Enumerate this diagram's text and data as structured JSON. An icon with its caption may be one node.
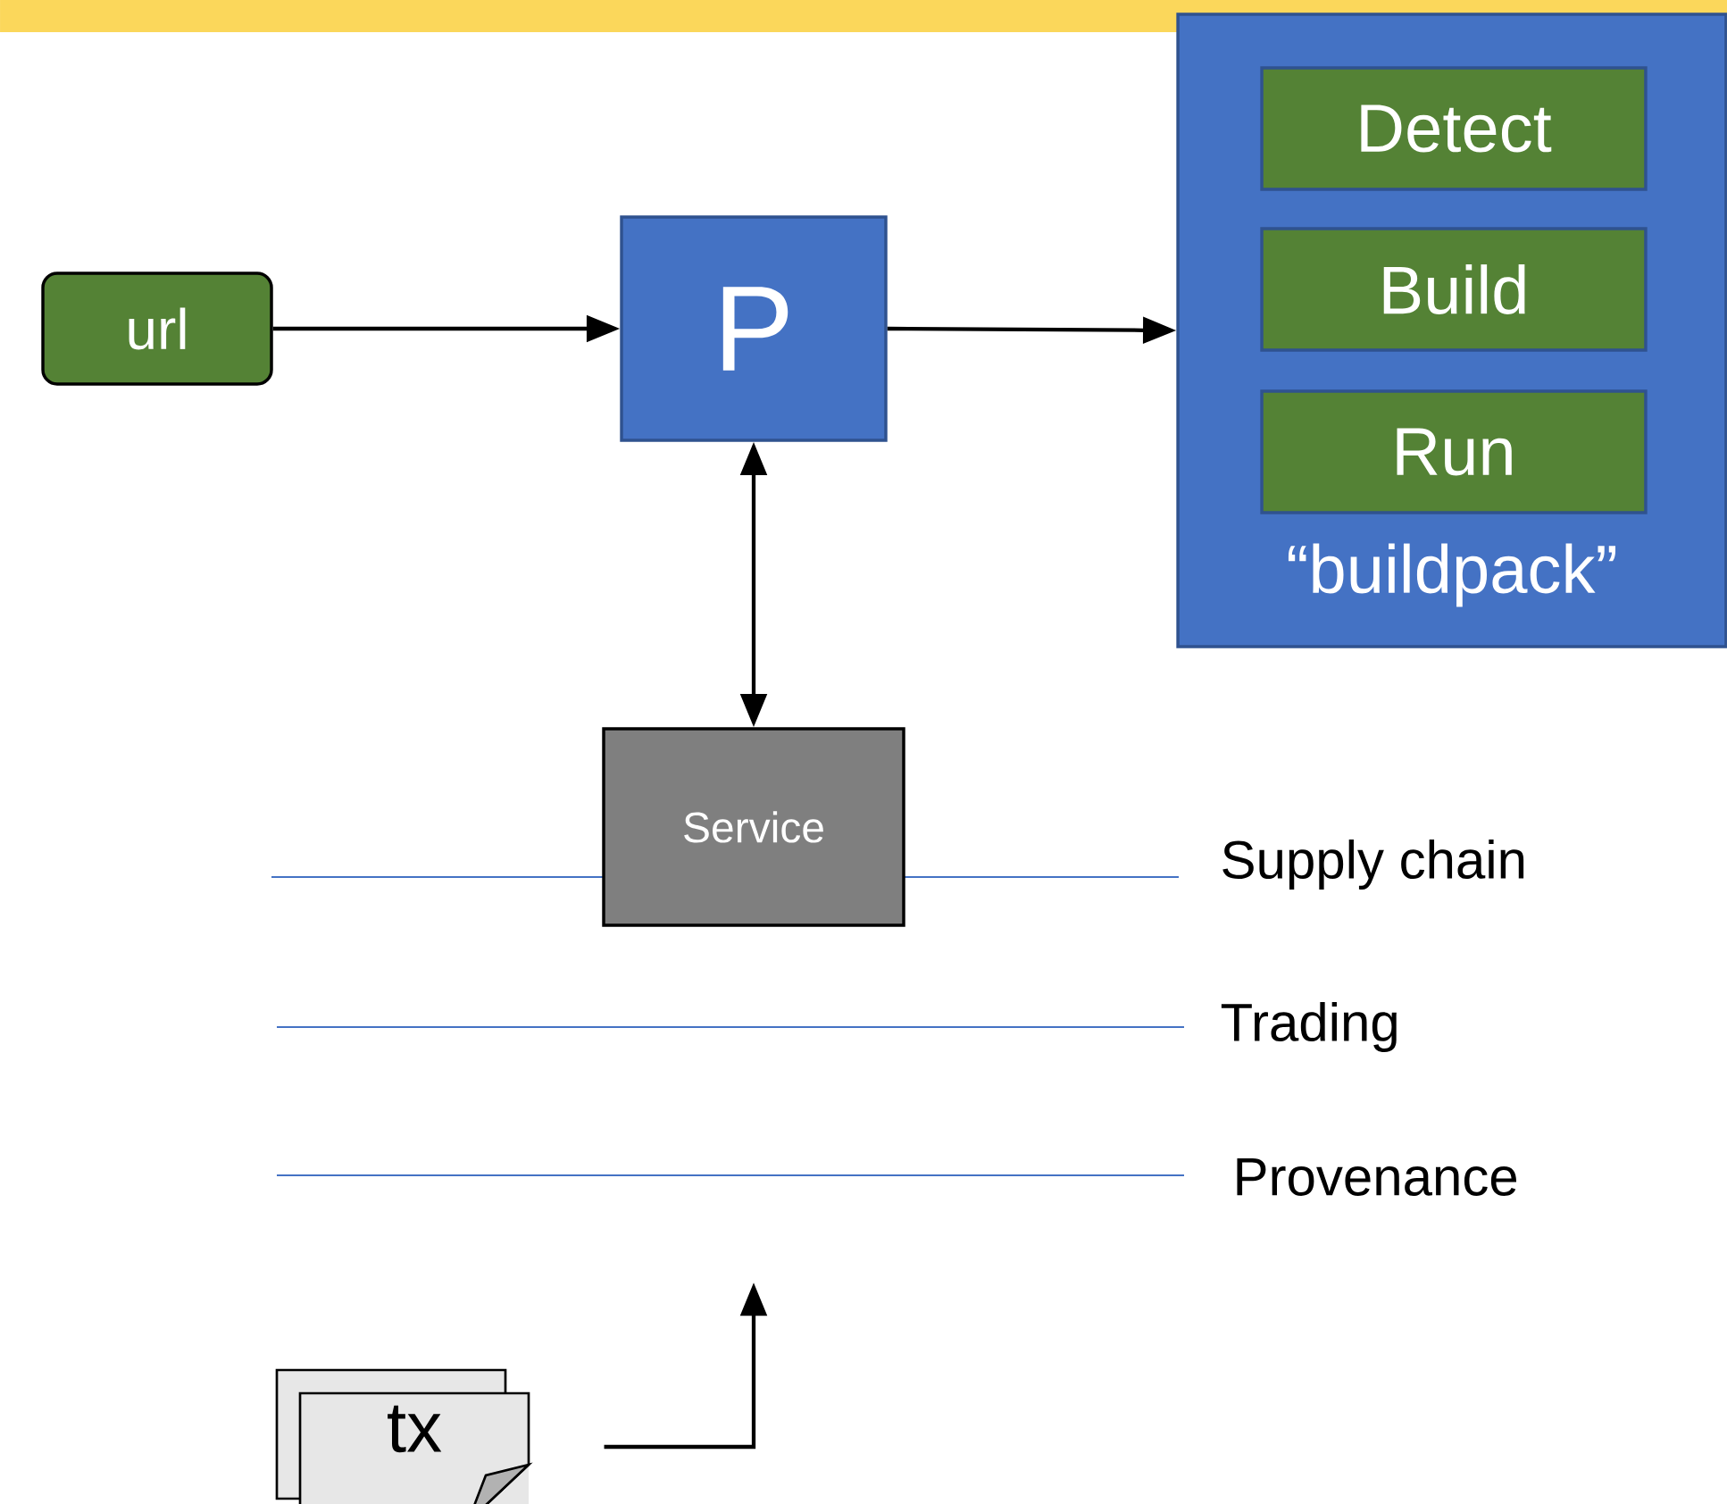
{
  "diagram": {
    "nodes": [
      {
        "text": [
          "url"
        ]
      },
      {
        "text": [
          "P"
        ]
      },
      {
        "text": [
          "“buildpack”"
        ]
      },
      {
        "text": [
          "Detect"
        ],
        "in": 2
      },
      {
        "text": [
          "Build"
        ],
        "in": 2
      },
      {
        "text": [
          "Run"
        ],
        "in": 2
      },
      {
        "text": [
          "Service"
        ]
      },
      {
        "text": [
          "tx"
        ]
      }
    ],
    "edges": [
      {
        "from": 0,
        "to": 1,
        "arrow": "to"
      },
      {
        "from": 1,
        "to": 2,
        "arrow": "to"
      },
      {
        "from": 1,
        "to": 6,
        "arrow": "both"
      },
      {
        "from": 7,
        "to": null,
        "arrow": "to"
      }
    ],
    "labels": [
      "Supply chain",
      "Trading",
      "Provenance"
    ]
  }
}
